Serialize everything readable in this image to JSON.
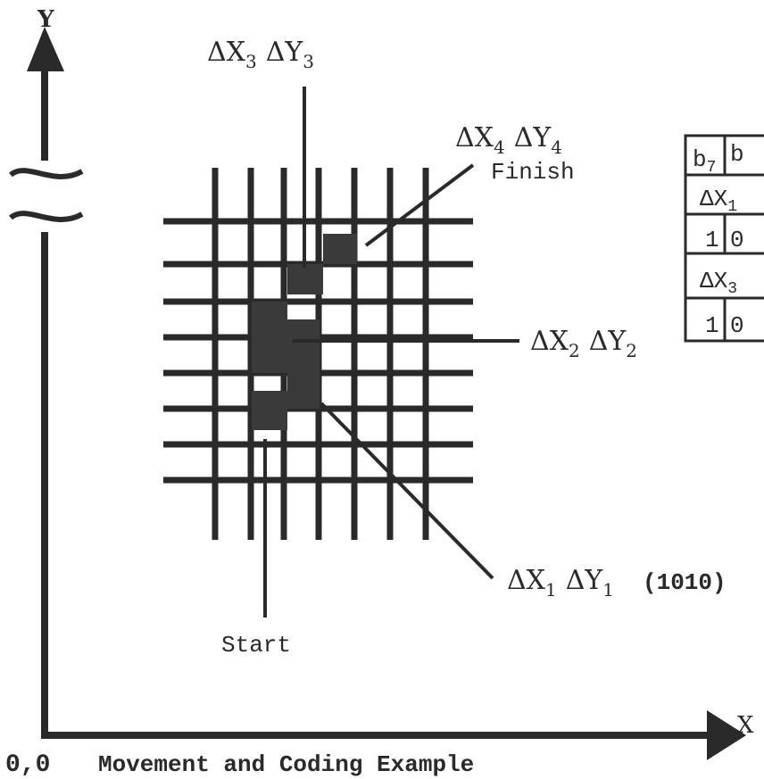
{
  "axes": {
    "y_label": "Y",
    "x_label": "X",
    "origin_label": "0,0"
  },
  "caption": "Movement and Coding Example",
  "labels": {
    "dx3": "ΔX",
    "dx3_sub": "3",
    "dy3": "ΔY",
    "dy3_sub": "3",
    "dx4": "ΔX",
    "dx4_sub": "4",
    "dy4": "ΔY",
    "dy4_sub": "4",
    "finish": "Finish",
    "dx2": "ΔX",
    "dx2_sub": "2",
    "dy2": "ΔY",
    "dy2_sub": "2",
    "dx1": "ΔX",
    "dx1_sub": "1",
    "dy1": "ΔY",
    "dy1_sub": "1",
    "code1": "(1010)",
    "start": "Start"
  },
  "table": {
    "r1c1": "b",
    "r1c1_sub": "7",
    "r1c2": "b",
    "r2": "ΔX",
    "r2_sub": "1",
    "r3c1": "1",
    "r3c2": "0",
    "r4": "ΔX",
    "r4_sub": "3",
    "r5c1": "1",
    "r5c2": "0"
  },
  "colors": {
    "ink": "#2a2a2a",
    "fill": "#3a3a3a",
    "paper": "#ffffff"
  }
}
